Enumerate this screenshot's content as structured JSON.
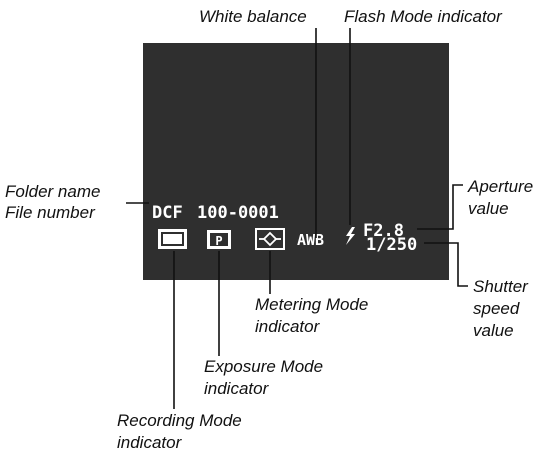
{
  "title": "",
  "screen_background": "#2f2f2f",
  "display": {
    "folder": "DCF",
    "file_number": "100-0001",
    "white_balance": "AWB",
    "flash_icon": "lightning-bolt",
    "aperture": "F2.8",
    "shutter": "1/250",
    "exposure_icon_letter": "P",
    "metering_icon": "center-spot-metering",
    "recording_icon": "still-image-frame"
  },
  "labels": {
    "white_balance": "White balance",
    "flash_mode": "Flash Mode indicator",
    "folder_name": "Folder name",
    "file_number": "File number",
    "aperture_1": "Aperture",
    "aperture_2": "value",
    "shutter_1": "Shutter",
    "shutter_2": "speed",
    "shutter_3": "value",
    "metering_1": "Metering Mode",
    "metering_2": "indicator",
    "exposure_1": "Exposure Mode",
    "exposure_2": "indicator",
    "recording_1": "Recording Mode",
    "recording_2": "indicator"
  }
}
